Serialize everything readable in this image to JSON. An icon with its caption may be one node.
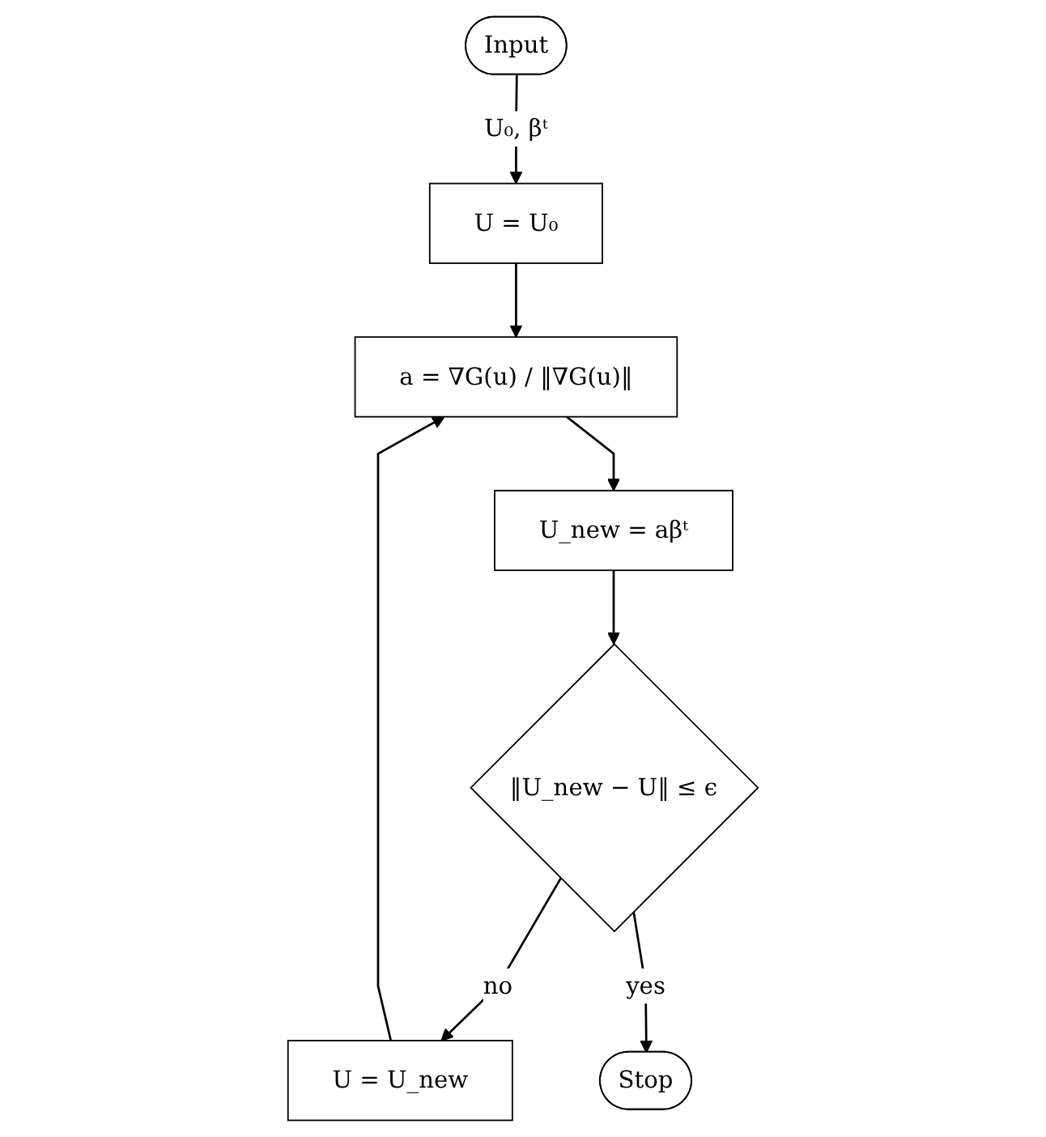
{
  "diagram": {
    "nodes": [
      {
        "text": [
          "Input"
        ]
      },
      {
        "text": [
          "U = U₀"
        ]
      },
      {
        "text": [
          "a = ∇G(u) / ‖∇G(u)‖"
        ]
      },
      {
        "text": [
          "U_new = aβᵗ"
        ]
      },
      {
        "text": [
          "‖U_new − U‖ ≤ ϵ"
        ]
      },
      {
        "text": [
          "U = U_new"
        ]
      },
      {
        "text": [
          "Stop"
        ]
      }
    ],
    "edges": [
      {
        "from": 0,
        "to": 1,
        "arrow": "to",
        "label": "U₀, βᵗ"
      },
      {
        "from": 1,
        "to": 2,
        "arrow": "to"
      },
      {
        "from": 2,
        "to": 3,
        "arrow": "to"
      },
      {
        "from": 3,
        "to": 4,
        "arrow": "to"
      },
      {
        "from": 4,
        "to": 5,
        "arrow": "to",
        "label": "no"
      },
      {
        "from": 5,
        "to": 2,
        "arrow": "to"
      },
      {
        "from": 4,
        "to": 6,
        "arrow": "to",
        "label": "yes"
      }
    ]
  }
}
